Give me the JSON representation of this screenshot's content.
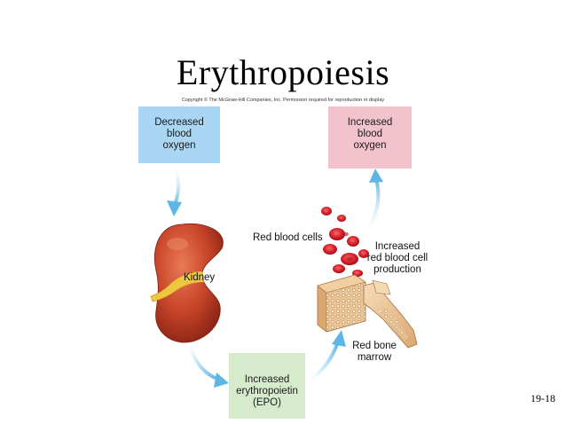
{
  "title": "Erythropoiesis",
  "copyright": "Copyright © The McGraw-Hill Companies, Inc. Permission required for reproduction or display",
  "boxes": {
    "decreased_oxygen": [
      "Decreased",
      "blood",
      "oxygen"
    ],
    "increased_oxygen": [
      "Increased",
      "blood",
      "oxygen"
    ],
    "epo": [
      "Increased",
      "erythropoietin",
      "(EPO)"
    ]
  },
  "labels": {
    "kidney": "Kidney",
    "red_blood_cells": "Red blood cells",
    "rbc_production": [
      "Increased",
      "red blood cell",
      "production"
    ],
    "red_bone_marrow": [
      "Red bone",
      "marrow"
    ]
  },
  "slide_number": "19-18",
  "colors": {
    "box_blue": "#a8d6f3",
    "box_pink": "#f2c3cd",
    "box_green": "#d6ebcc",
    "arrow": "#5eb6e6",
    "kidney": "#c8452a",
    "rbc": "#d8202a"
  }
}
